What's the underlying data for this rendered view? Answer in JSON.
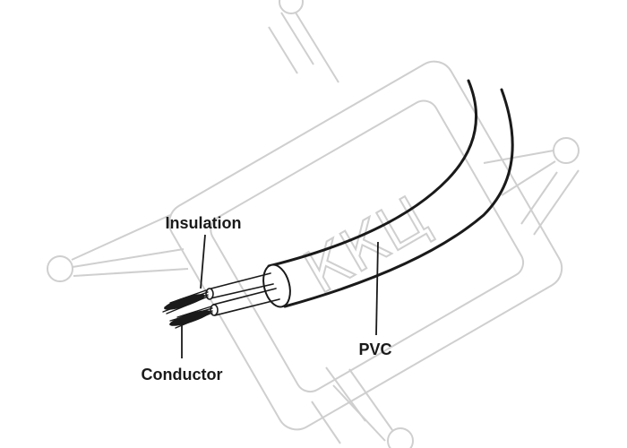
{
  "diagram": {
    "labels": {
      "insulation": "Insulation",
      "conductor": "Conductor",
      "pvc": "PVC"
    }
  },
  "watermark": {
    "text": "ККЦ"
  },
  "colors": {
    "background": "#ffffff",
    "ink": "#1a1a1a",
    "watermark": "#cfcfcf"
  }
}
